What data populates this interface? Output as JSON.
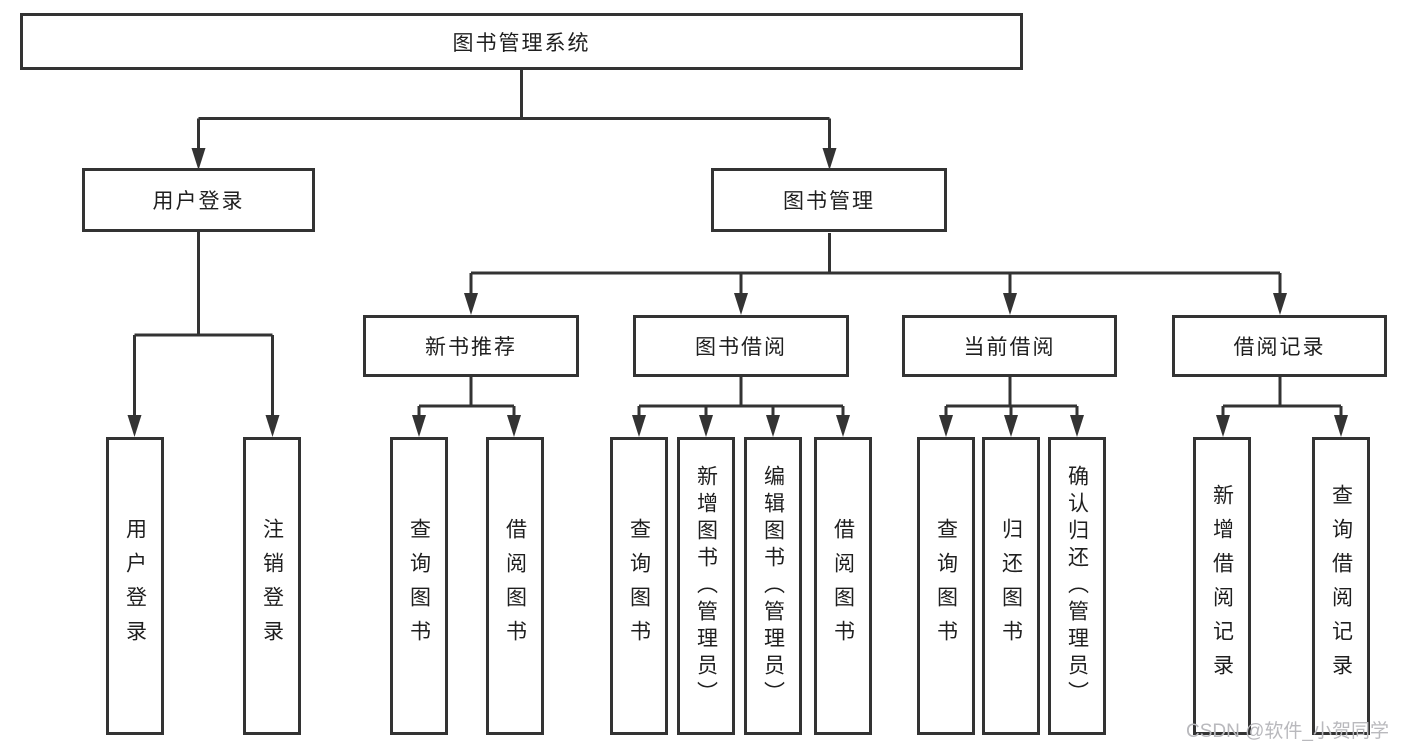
{
  "diagram": {
    "title": "图书管理系统",
    "nodes": {
      "root": "图书管理系统",
      "user_login": "用户登录",
      "book_mgmt": "图书管理",
      "new_books": "新书推荐",
      "book_borrow": "图书借阅",
      "current_borrow": "当前借阅",
      "borrow_records": "借阅记录",
      "leaf_user_login": "用户登录",
      "leaf_logout": "注销登录",
      "nb_query": "查询图书",
      "nb_borrow": "借阅图书",
      "bb_query": "查询图书",
      "bb_add": "新增图书（管理员）",
      "bb_edit": "编辑图书（管理员）",
      "bb_borrow": "借阅图书",
      "cb_query": "查询图书",
      "cb_return": "归还图书",
      "cb_confirm": "确认归还（管理员）",
      "br_add": "新增借阅记录",
      "br_query": "查询借阅记录"
    },
    "watermark": "CSDN @软件_小贺同学",
    "colors": {
      "line": "#333333",
      "text": "#1f1f1f",
      "watermark": "#b9b9bd",
      "background": "#ffffff"
    }
  }
}
